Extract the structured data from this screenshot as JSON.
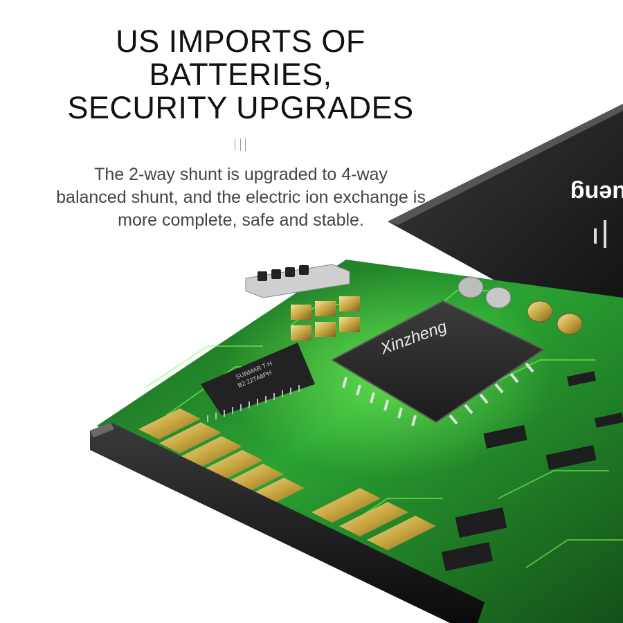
{
  "headline": {
    "line1": "US IMPORTS OF",
    "line2": "BATTERIES,",
    "line3": "SECURITY UPGRADES"
  },
  "description": {
    "line1": "The 2-way shunt is upgraded to 4-way",
    "line2": "balanced shunt, and the electric ion exchange is",
    "line3": "more complete, safe and stable."
  },
  "illustration": {
    "chip_brand": "Xinzheng",
    "ic_label_1": "SUNMAR T-H",
    "ic_label_2": "B2 22TA6PH",
    "battery_brand": "ueng",
    "colors": {
      "pcb_green": "#1f8a2a",
      "glow_green": "#57ff4a",
      "chip_dark": "#2b2b2b",
      "battery_black": "#151515",
      "gold": "#c8a640"
    }
  }
}
